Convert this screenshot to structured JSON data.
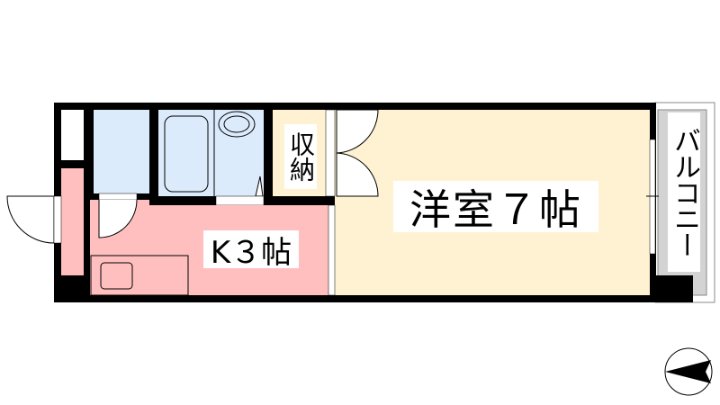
{
  "rooms": {
    "western": {
      "label": "洋室７帖"
    },
    "kitchen": {
      "label": "K３帖"
    },
    "closet": {
      "label": "収納"
    },
    "balcony": {
      "label": "バルコニー"
    }
  },
  "colors": {
    "wall": "#000000",
    "kitchen": "#ffbfbf",
    "wet_area": "#dcebfc",
    "room": "#fff2d2",
    "balcony": "#d3d3d3"
  },
  "compass": {
    "icon": "north-arrow-icon"
  }
}
